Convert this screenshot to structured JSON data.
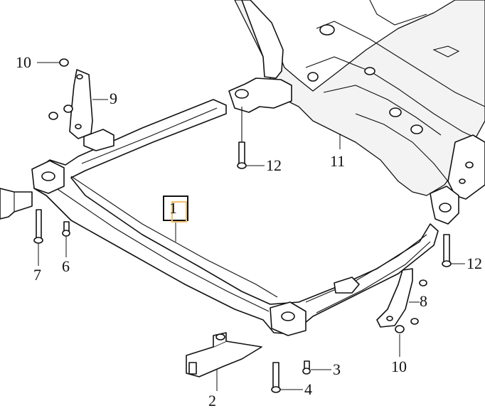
{
  "diagram": {
    "callouts": {
      "c1": "1",
      "c2": "2",
      "c3": "3",
      "c4": "4",
      "c6": "6",
      "c7": "7",
      "c8": "8",
      "c9": "9",
      "c10a": "10",
      "c10b": "10",
      "c11": "11",
      "c12a": "12",
      "c12b": "12"
    },
    "highlighted_part": "1",
    "colors": {
      "line": "#111111",
      "highlight_inner": "#f2c16b",
      "background": "#ffffff"
    }
  }
}
